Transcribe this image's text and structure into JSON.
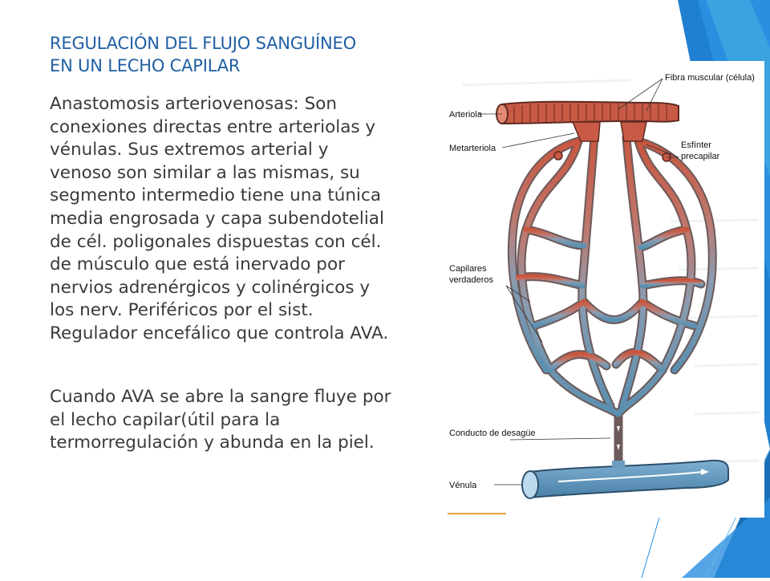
{
  "slide": {
    "title_lines": [
      "REGULACIÓN DEL FLUJO SANGUÍNEO",
      "EN UN LECHO CAPILAR"
    ],
    "paragraph1_lines": [
      "Anastomosis arteriovenosas: Son",
      "conexiones directas entre arteriolas y",
      "vénulas. Sus extremos arterial y",
      "venoso son similar a las mismas, su",
      "segmento intermedio tiene una túnica",
      "media engrosada y capa subendotelial",
      "de cél. poligonales dispuestas con cél.",
      "de músculo que está inervado por",
      "nervios adrenérgicos y colinérgicos y",
      "los nerv. Periféricos por el sist.",
      "Regulador encefálico que controla AVA."
    ],
    "paragraph2_lines": [
      "Cuando AVA se abre la sangre fluye por",
      "el lecho capilar(útil para la",
      "termorregulación y abunda en la piel."
    ]
  },
  "figure": {
    "labels": {
      "fibra": "Fibra muscular (célula)",
      "arteriola": "Arteriola",
      "metarteriola": "Metarteriola",
      "esfinter1": "Esfínter",
      "esfinter2": "precapilar",
      "capilares1": "Capilares",
      "capilares2": "verdaderos",
      "conducto": "Conducto de desagüe",
      "venula": "Vénula"
    }
  },
  "colors": {
    "title": "#1f5fa3",
    "text": "#3a3a3a",
    "arterial": "#c85a46",
    "venous": "#5b8fb0",
    "accent_dark": "#1a6fb5",
    "accent_light": "#3aa3e0"
  }
}
